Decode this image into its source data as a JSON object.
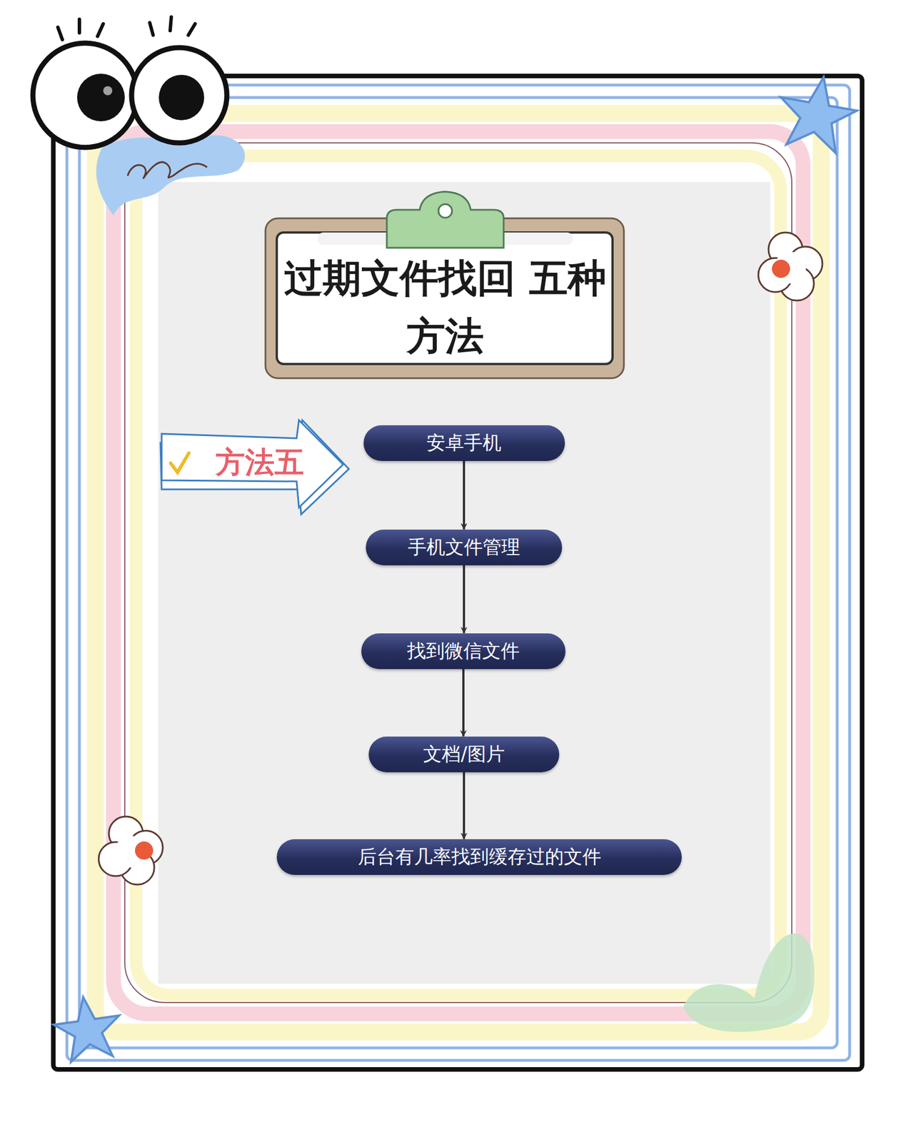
{
  "diagram": {
    "title": "过期文件找回 五种方法",
    "nodes": [
      {
        "text": [
          "方法五"
        ]
      },
      {
        "text": [
          "安卓手机"
        ]
      },
      {
        "text": [
          "手机文件管理"
        ]
      },
      {
        "text": [
          "找到微信文件"
        ]
      },
      {
        "text": [
          "文档/图片"
        ]
      },
      {
        "text": [
          "后台有几率找到缓存过的文件"
        ]
      }
    ],
    "edges": [
      {
        "from": 1,
        "to": 2,
        "arrow": "to"
      },
      {
        "from": 2,
        "to": 3,
        "arrow": "to"
      },
      {
        "from": 3,
        "to": 4,
        "arrow": "to"
      },
      {
        "from": 4,
        "to": 5,
        "arrow": "to"
      }
    ]
  }
}
